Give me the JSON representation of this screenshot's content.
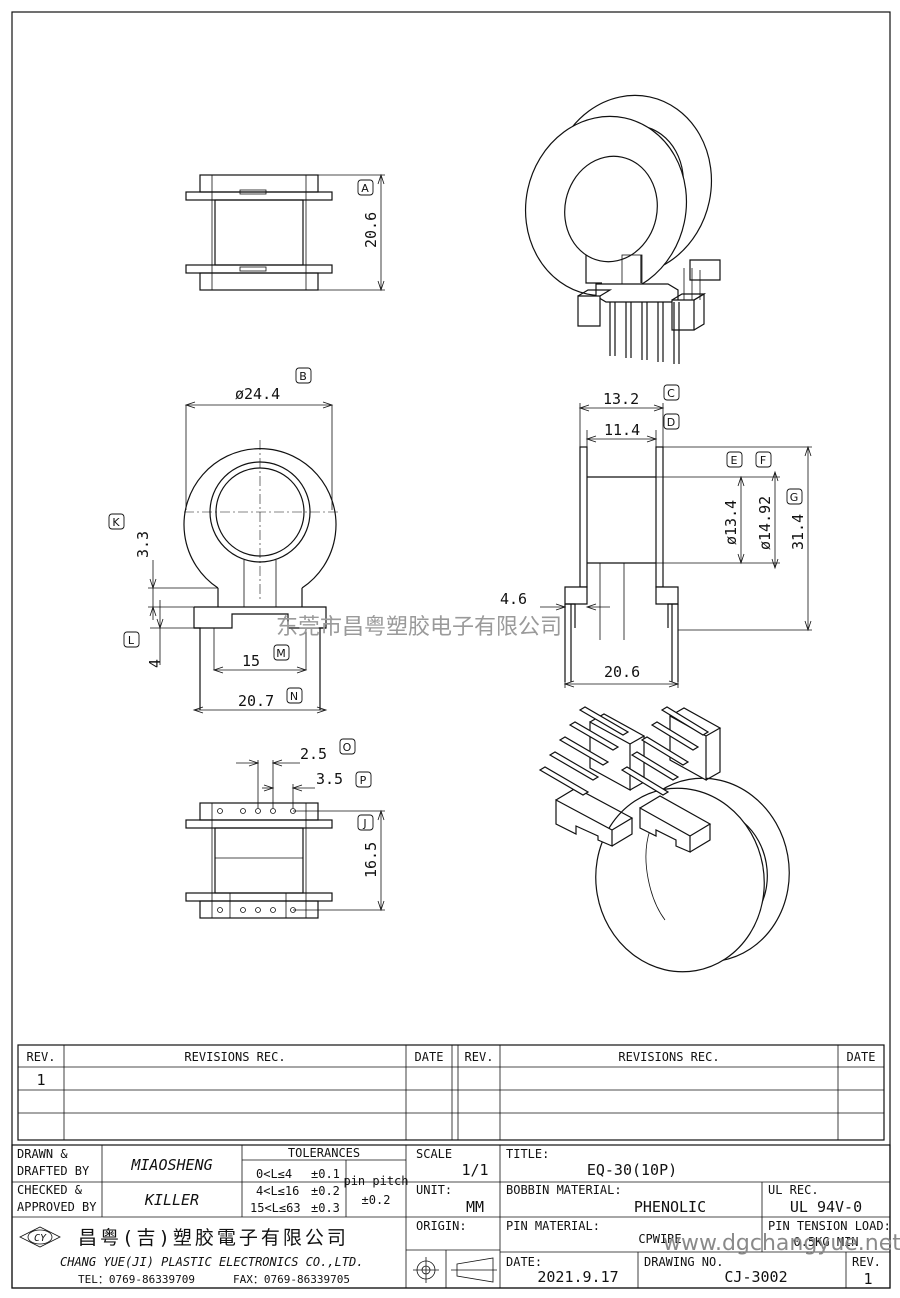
{
  "views": {
    "top": {
      "height_dim": "20.6",
      "tag": "A"
    },
    "front": {
      "dia_dim": "ø24.4",
      "dia_tag": "B",
      "k_dim": "3.3",
      "k_tag": "K",
      "l_dim": "4",
      "l_tag": "L",
      "m_dim": "15",
      "m_tag": "M",
      "n_dim": "20.7",
      "n_tag": "N"
    },
    "side": {
      "c_dim": "13.2",
      "c_tag": "C",
      "d_dim": "11.4",
      "d_tag": "D",
      "e_tag": "E",
      "f_tag": "F",
      "bore_dim": "ø13.4",
      "core_dim": "ø14.92",
      "g_dim": "31.4",
      "g_tag": "G",
      "pin_dim": "4.6",
      "base_dim": "20.6"
    },
    "bottom": {
      "o_dim": "2.5",
      "o_tag": "O",
      "p_dim": "3.5",
      "p_tag": "P",
      "j_dim": "16.5",
      "j_tag": "J"
    }
  },
  "watermarks": {
    "company_cn": "东莞市昌粤塑胶电子有限公司",
    "site": "www.dgchangyue.net"
  },
  "revisions": {
    "left_header": {
      "rev": "REV.",
      "rec": "REVISIONS  REC.",
      "date": "DATE"
    },
    "right_header": {
      "rev": "REV.",
      "rec": "REVISIONS  REC.",
      "date": "DATE"
    },
    "rows": [
      {
        "rev": "1",
        "rec": "",
        "date": ""
      }
    ]
  },
  "title_block": {
    "drawn_label_1": "DRAWN &",
    "drawn_label_2": "DRAFTED BY",
    "drawn_by": "MIAOSHENG",
    "checked_label_1": "CHECKED &",
    "checked_label_2": "APPROVED BY",
    "checked_by": "KILLER",
    "tolerances_label": "TOLERANCES",
    "tol_rows": [
      {
        "range": "0<L≤4",
        "tol": "±0.1"
      },
      {
        "range": "4<L≤16",
        "tol": "±0.2"
      },
      {
        "range": "15<L≤63",
        "tol": "±0.3"
      }
    ],
    "pin_pitch_label": "pin pitch",
    "pin_pitch_tol": "±0.2",
    "scale_label": "SCALE",
    "scale": "1/1",
    "unit_label": "UNIT:",
    "unit": "MM",
    "origin_label": "ORIGIN:",
    "title_label": "TITLE:",
    "title": "EQ-30(10P)",
    "bobbin_material_label": "BOBBIN MATERIAL:",
    "bobbin_material": "PHENOLIC",
    "ul_rec_label": "UL REC.",
    "ul_rec": "UL 94V-0",
    "pin_material_label": "PIN MATERIAL:",
    "pin_material": "CPWIRE",
    "pin_tension_label": "PIN TENSION LOAD:",
    "pin_tension": "0.5KG MIN",
    "date_label": "DATE:",
    "date": "2021.9.17",
    "drawing_no_label": "DRAWING NO.",
    "drawing_no": "CJ-3002",
    "rev_label": "REV.",
    "rev": "1",
    "company_logo": "CY",
    "company_cn": "昌粤(吉)塑胶電子有限公司",
    "company_en": "CHANG YUE(JI) PLASTIC ELECTRONICS CO.,LTD.",
    "tel": "TEL：0769-86339709",
    "fax": "FAX：0769-86339705"
  }
}
